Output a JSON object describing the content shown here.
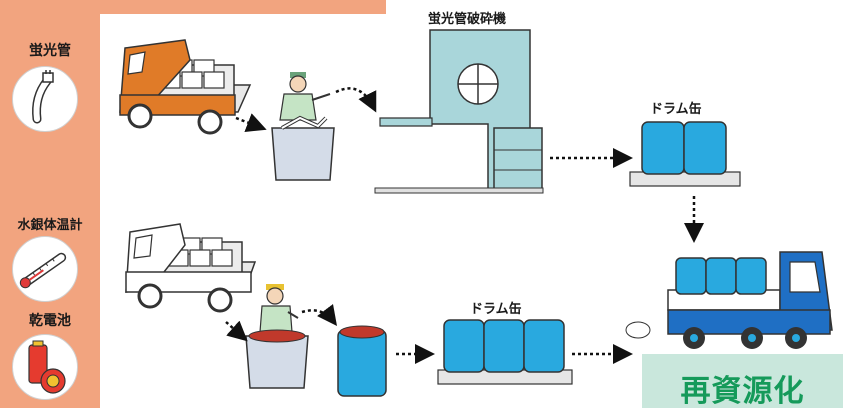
{
  "sidebar": {
    "items": [
      {
        "label": "蛍光管",
        "icon": "fluorescent-tube-icon"
      },
      {
        "label": "水銀体温計",
        "icon": "mercury-thermometer-icon"
      },
      {
        "label": "乾電池",
        "icon": "dry-battery-icon"
      }
    ]
  },
  "labels": {
    "crusher": "蛍光管破砕機",
    "drum_top": "ドラム缶",
    "drum_bottom": "ドラム缶",
    "result": "再資源化"
  },
  "colors": {
    "sidebar": "#f2a47f",
    "drum": "#29a9df",
    "crusher": "#a9d6da",
    "truck_orange": "#e07b28",
    "truck_blue": "#1f6fc4",
    "result_bg": "#c9e7dc",
    "result_text": "#159a5a"
  }
}
